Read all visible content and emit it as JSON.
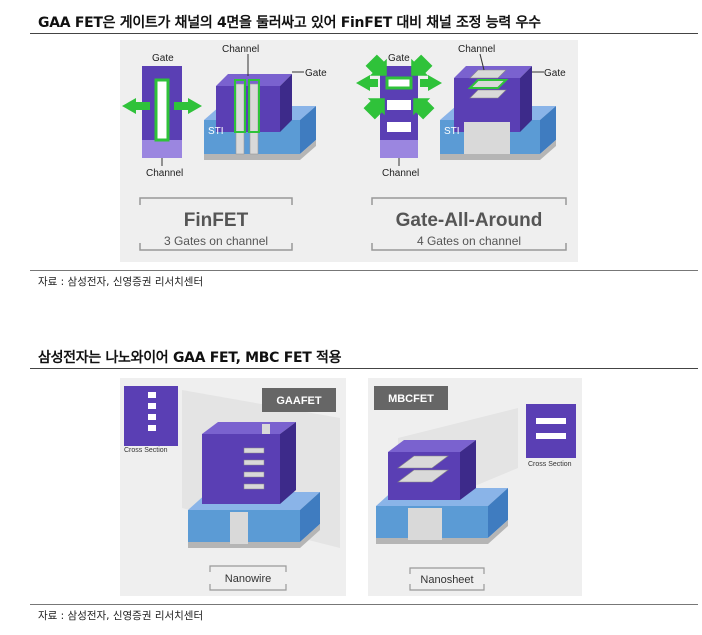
{
  "section1": {
    "title": "GAA FET은 게이트가 채널의 4면을 둘러싸고 있어 FinFET 대비 채널 조정 능력 우수",
    "finfet": {
      "gate_label": "Gate",
      "channel_label_top": "Channel",
      "gate_label_right": "Gate",
      "sti_label": "STI",
      "channel_label_bottom": "Channel",
      "name": "FinFET",
      "subtitle": "3 Gates on channel"
    },
    "gaa": {
      "gate_label": "Gate",
      "channel_label_top": "Channel",
      "gate_label_right": "Gate",
      "sti_label": "STI",
      "channel_label_bottom": "Channel",
      "name": "Gate-All-Around",
      "subtitle": "4 Gates on channel"
    },
    "source": "자료 : 삼성전자, 신영증권 리서치센터"
  },
  "section2": {
    "title": "삼성전자는 나노와이어 GAA FET, MBC FET 적용",
    "gaafet": {
      "badge": "GAAFET",
      "cross_section_label": "Cross Section",
      "caption": "Nanowire"
    },
    "mbcfet": {
      "badge": "MBCFET",
      "cross_section_label": "Cross Section",
      "caption": "Nanosheet"
    },
    "source": "자료 : 삼성전자, 신영증권 리서치센터"
  },
  "colors": {
    "gate_purple": "#5a3fb4",
    "gate_dark": "#3d2a8a",
    "sti_blue": "#5b9bd5",
    "arrow_green": "#2fc23a",
    "substrate_grey": "#b5b5b5",
    "panel_bg": "#eeeeee"
  }
}
